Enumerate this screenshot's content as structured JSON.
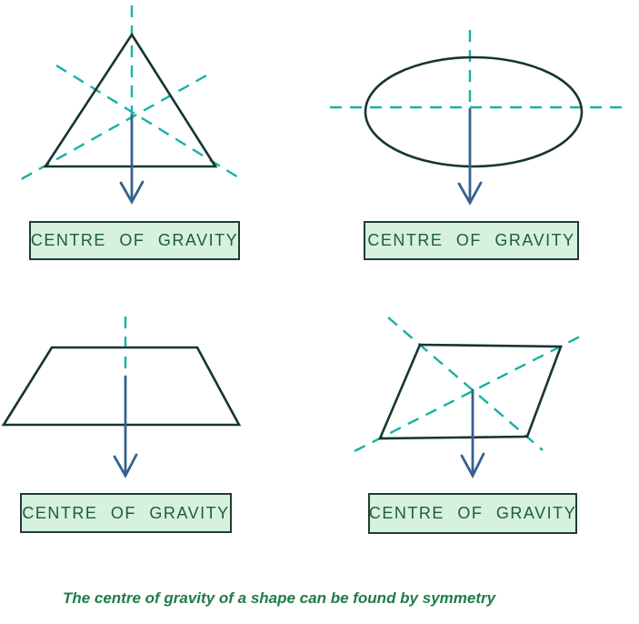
{
  "panels": [
    {
      "shape": "triangle",
      "label": "CENTRE OF GRAVITY"
    },
    {
      "shape": "ellipse",
      "label": "CENTRE OF GRAVITY"
    },
    {
      "shape": "trapezium",
      "label": "CENTRE OF GRAVITY"
    },
    {
      "shape": "parallelogram",
      "label": "CENTRE OF GRAVITY"
    }
  ],
  "caption": "The centre of gravity of a shape can be found by symmetry",
  "colors": {
    "background": "#ffffff",
    "shape_outline": "#16362c",
    "symmetry_line": "#14b3a3",
    "arrow": "#35618e",
    "label_box_fill": "#d6f1de",
    "label_box_border": "#1f3d33",
    "label_text": "#1d5c41",
    "caption_text": "#1e7b4a"
  }
}
